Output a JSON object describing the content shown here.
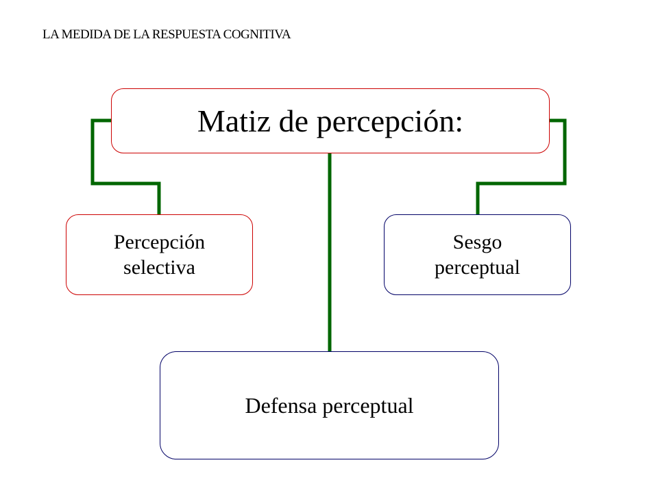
{
  "slide": {
    "title": "LA MEDIDA DE LA RESPUESTA COGNITIVA"
  },
  "diagram": {
    "root": {
      "label": "Matiz de percepción:"
    },
    "children": [
      {
        "label": "Percepción selectiva"
      },
      {
        "label": "Sesgo perceptual"
      },
      {
        "label": "Defensa perceptual"
      }
    ]
  },
  "colors": {
    "connector": "#006600",
    "border_red": "#cc0000",
    "border_navy": "#000066"
  }
}
